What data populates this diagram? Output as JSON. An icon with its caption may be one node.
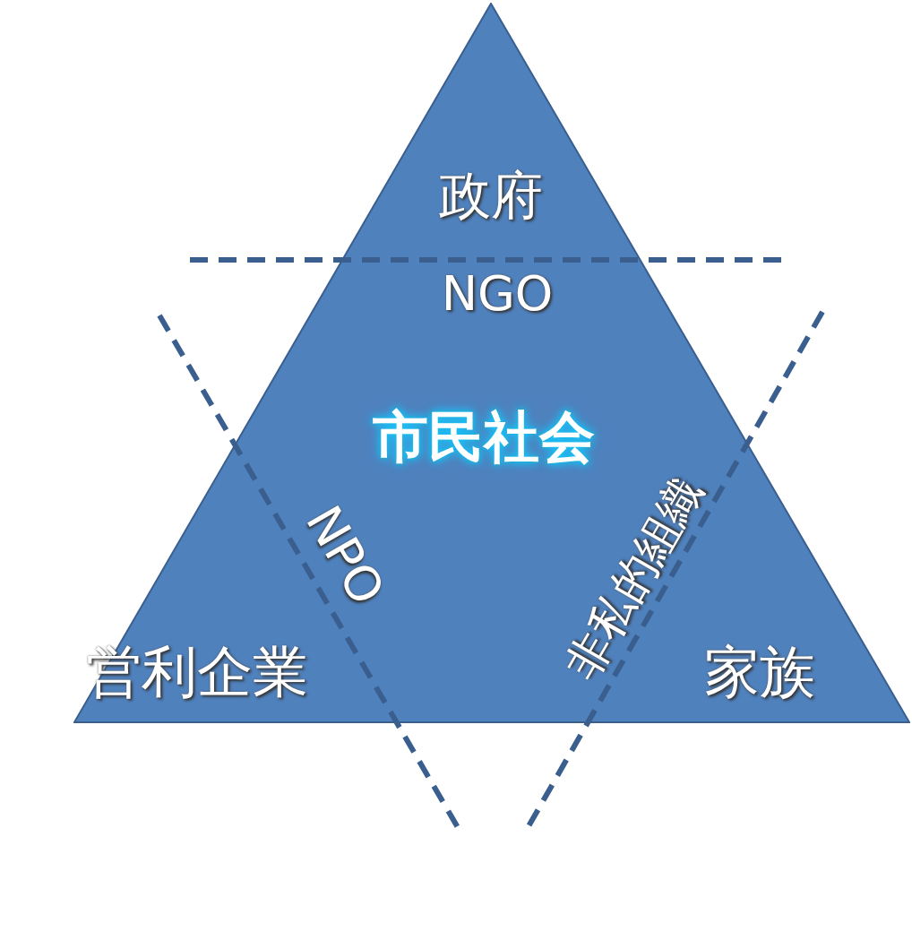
{
  "diagram": {
    "nodes": [
      {
        "text": [
          "政府",
          "NGO",
          "市民社会",
          "NPO",
          "非私的組織",
          "営利企業",
          "家族"
        ]
      }
    ]
  }
}
